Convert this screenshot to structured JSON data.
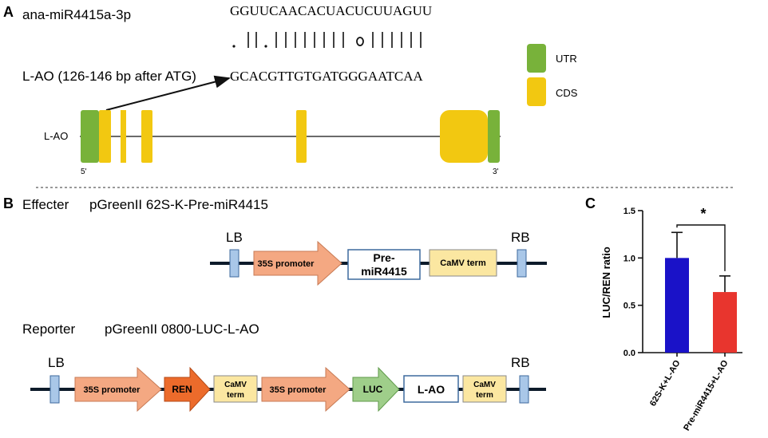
{
  "panel_a": {
    "label": "A",
    "mirna_name": "ana-miR4415a-3p",
    "mirna_seq": "GGUUCAACACUACUCUUAGUU",
    "pairing": ". | | . | | | | | | | | o | | | | | | |",
    "target_label": "L-AO (126-146 bp after ATG)",
    "target_seq": "GCACGTTGTGATGGGAATCAA",
    "gene_label": "L-AO",
    "five_prime": "5'",
    "three_prime": "3'",
    "legend": [
      {
        "label": "UTR",
        "color": "#78b23a"
      },
      {
        "label": "CDS",
        "color": "#f2c811"
      }
    ]
  },
  "panel_b": {
    "label": "B",
    "effecter_title": "Effecter",
    "effecter_vector": "pGreenII 62S-K-Pre-miR4415",
    "reporter_title": "Reporter",
    "reporter_vector": "pGreenII 0800-LUC-L-AO",
    "lb": "LB",
    "rb": "RB",
    "promoter_35s": "35S promoter",
    "camv_term": "CaMV term",
    "camv": "CaMV",
    "term": "term",
    "pre": "Pre-",
    "mir": "miR4415",
    "ren": "REN",
    "luc": "LUC",
    "lao": "L-AO",
    "colors": {
      "promoter": "#f4a882",
      "camv": "#fbe7a1",
      "ren": "#ec6b2b",
      "luc": "#9fce8a",
      "border": "#bfd5ea",
      "backbone": "#0d1b2a"
    }
  },
  "panel_c": {
    "label": "C",
    "significance": "*"
  },
  "chart_data": {
    "type": "bar",
    "ylabel": "LUC/REN ratio",
    "xlabel": "",
    "ylim": [
      0,
      1.5
    ],
    "yticks": [
      "0.0",
      "0.5",
      "1.0",
      "1.5"
    ],
    "categories": [
      "62S-K+L-AO",
      "Pre-miR4415+L-AO"
    ],
    "values": [
      1.0,
      0.64
    ],
    "errors": [
      0.27,
      0.17
    ],
    "colors": [
      "#1a12c8",
      "#e8352e"
    ],
    "grid": false
  }
}
